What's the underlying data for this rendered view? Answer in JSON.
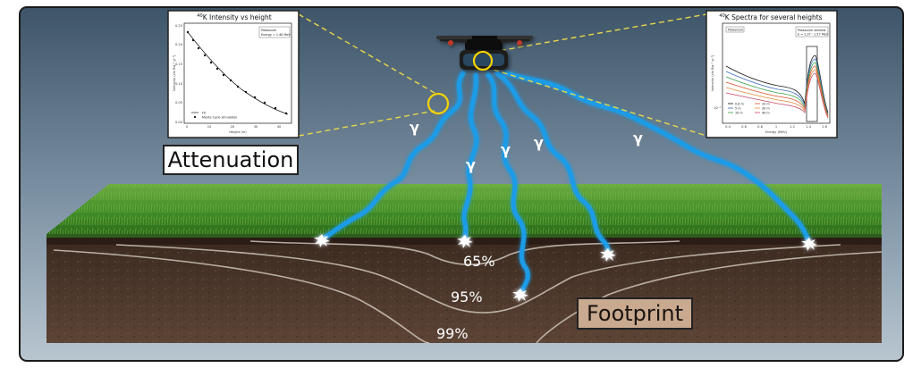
{
  "labels": {
    "attenuation": "Attenuation",
    "footprint": "Footprint",
    "gamma": "γ",
    "pct_65": "65%",
    "pct_95": "95%",
    "pct_99": "99%"
  },
  "inset_left": {
    "title_sup": "40",
    "title": "K Intensity vs height",
    "ylabel": "Intensity (cts Bq⁻¹ g⁻¹)",
    "xlabel": "Height (m)",
    "annotation_line1": "Potassium",
    "annotation_line2": "Energy = 1.46 MeV",
    "legend_fit": "Fit",
    "legend_mc": "Monte Carlo simulation",
    "yticks": [
      "0.00",
      "0.05",
      "0.10",
      "0.15",
      "0.20",
      "0.25"
    ],
    "xticks": [
      "0",
      "10",
      "20",
      "30",
      "40"
    ]
  },
  "inset_right": {
    "title_sup": "40",
    "title": "K Spectra for several heights",
    "ylabel": "Intensity (cts Bq⁻¹ g⁻¹)",
    "xlabel": "Energy (MeV)",
    "tag": "Potassium",
    "window_line1": "Potassium window",
    "window_line2": "E = 1.37 - 1.57 MeV",
    "legend": [
      "0.8 m",
      "5 m",
      "10 m",
      "20 m",
      "30 m",
      "40 m"
    ],
    "ytick": "10⁻¹",
    "xticks": [
      "0.4",
      "0.6",
      "0.8",
      "1",
      "1.2",
      "1.4",
      "1.6"
    ]
  },
  "colors": {
    "gamma_ray": "#1e9be6",
    "highlight_circle": "#f5d400",
    "dash_line": "#e8d84a",
    "grass": "#3f8f2a",
    "soil": "#4a3428"
  }
}
